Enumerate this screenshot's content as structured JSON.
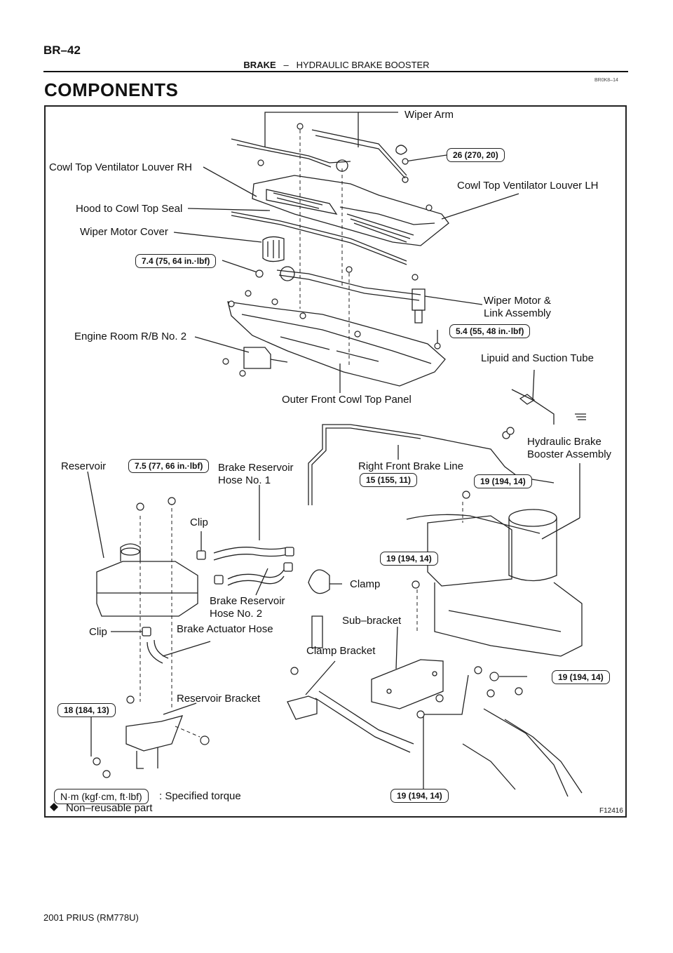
{
  "header": {
    "page_number": "BR–42",
    "section": "BRAKE",
    "separator": "–",
    "subsection": "HYDRAULIC BRAKE BOOSTER",
    "doc_code": "BR0K8–14"
  },
  "title": "COMPONENTS",
  "labels": {
    "wiper_arm": "Wiper Arm",
    "cowl_rh": "Cowl Top Ventilator Louver RH",
    "cowl_lh": "Cowl Top Ventilator Louver LH",
    "hood_seal": "Hood to Cowl Top Seal",
    "wiper_motor_cover": "Wiper Motor Cover",
    "wiper_motor_1": "Wiper Motor &",
    "wiper_motor_2": "Link Assembly",
    "engine_rb": "Engine Room R/B No. 2",
    "lipuid": "Lipuid and Suction Tube",
    "outer_cowl": "Outer Front Cowl Top Panel",
    "hyd_1": "Hydraulic Brake",
    "hyd_2": "Booster Assembly",
    "reservoir": "Reservoir",
    "bres1_1": "Brake Reservoir",
    "bres1_2": "Hose No. 1",
    "rf_brake_line": "Right Front Brake Line",
    "clip_top": "Clip",
    "clamp": "Clamp",
    "bres2_1": "Brake Reservoir",
    "bres2_2": "Hose No. 2",
    "sub_bracket": "Sub–bracket",
    "clip_bottom": "Clip",
    "actuator_hose": "Brake Actuator Hose",
    "clamp_bracket": "Clamp Bracket",
    "reservoir_bracket": "Reservoir Bracket"
  },
  "torques": {
    "t26": "26 (270, 20)",
    "t74": "7.4 (75, 64 in.·lbf)",
    "t54": "5.4 (55, 48 in.·lbf)",
    "t75": "7.5 (77, 66 in.·lbf)",
    "t15": "15 (155, 11)",
    "t19a": "19 (194, 14)",
    "t19b": "19 (194, 14)",
    "t19c": "19 (194, 14)",
    "t18": "18 (184, 13)",
    "t19d": "19 (194, 14)"
  },
  "legend": {
    "torque_unit": "N·m (kgf·cm, ft·lbf)",
    "torque_text": ": Specified torque",
    "nonreusable_text": "Non–reusable part"
  },
  "figure_code": "F12416",
  "footer": "2001 PRIUS   (RM778U)"
}
